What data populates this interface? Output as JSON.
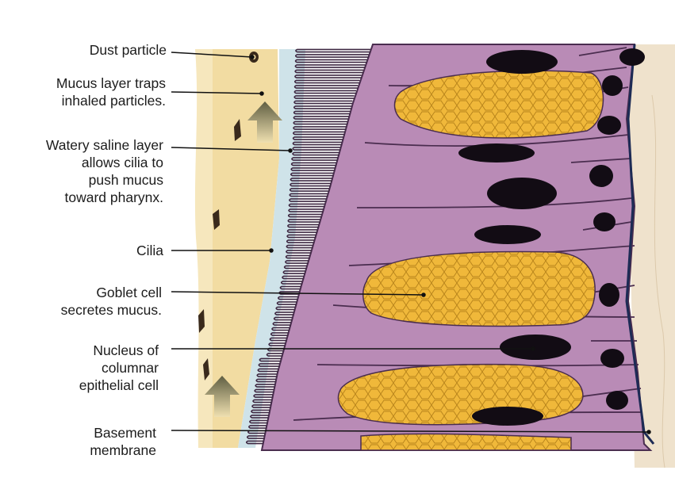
{
  "labels": {
    "dust_particle": "Dust particle",
    "mucus_layer": "Mucus layer traps\ninhaled particles.",
    "watery_saline": "Watery saline layer\nallows cilia to\npush mucus\ntoward pharynx.",
    "cilia": "Cilia",
    "goblet_cell": "Goblet cell\nsecretes mucus.",
    "nucleus": "Nucleus of\ncolumnar\nepithelial cell",
    "basement_membrane": "Basement\nmembrane"
  },
  "colors": {
    "mucus": "#f2dca2",
    "saline": "#cfe3e9",
    "cell_cytoplasm": "#b98bb6",
    "cell_border": "#4a2d4f",
    "goblet_fill": "#f0b83a",
    "nucleus": "#120c14",
    "connective_tissue": "#efe2cc",
    "leader_line": "#111111",
    "arrow": "#6b6b4a"
  }
}
